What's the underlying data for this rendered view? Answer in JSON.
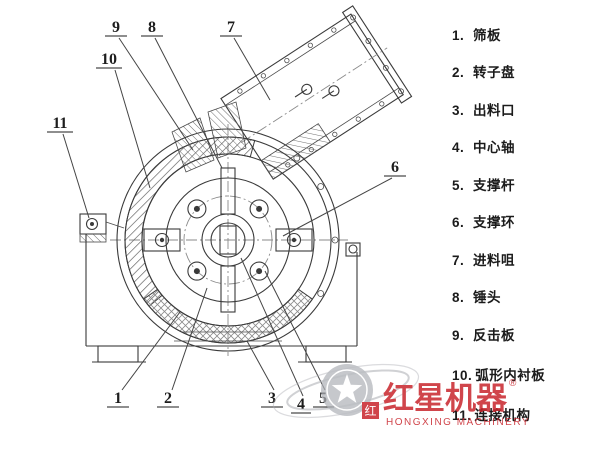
{
  "legend": {
    "items": [
      {
        "num": "1.",
        "label": "筛板"
      },
      {
        "num": "2.",
        "label": "转子盘"
      },
      {
        "num": "3.",
        "label": "出料口"
      },
      {
        "num": "4.",
        "label": "中心轴"
      },
      {
        "num": "5.",
        "label": "支撑杆"
      },
      {
        "num": "6.",
        "label": "支撑环"
      },
      {
        "num": "7.",
        "label": "进料咀"
      },
      {
        "num": "8.",
        "label": "锤头"
      },
      {
        "num": "9.",
        "label": "反击板"
      },
      {
        "num": "10.",
        "label": "弧形内衬板"
      },
      {
        "num": "11.",
        "label": "连接机构"
      }
    ]
  },
  "callouts": [
    {
      "num": "1"
    },
    {
      "num": "2"
    },
    {
      "num": "3"
    },
    {
      "num": "4"
    },
    {
      "num": "5"
    },
    {
      "num": "6"
    },
    {
      "num": "7"
    },
    {
      "num": "8"
    },
    {
      "num": "9"
    },
    {
      "num": "10"
    },
    {
      "num": "11"
    }
  ],
  "watermark": {
    "brand_cn": "红星机器",
    "brand_en": "HONGXING MACHINERY",
    "seal_char": "红",
    "registered_mark": "®"
  },
  "colors": {
    "line": "#3a3a3a",
    "accent_red": "#c8252c",
    "watermark_gray": "#b0b3b8",
    "background": "#ffffff"
  }
}
